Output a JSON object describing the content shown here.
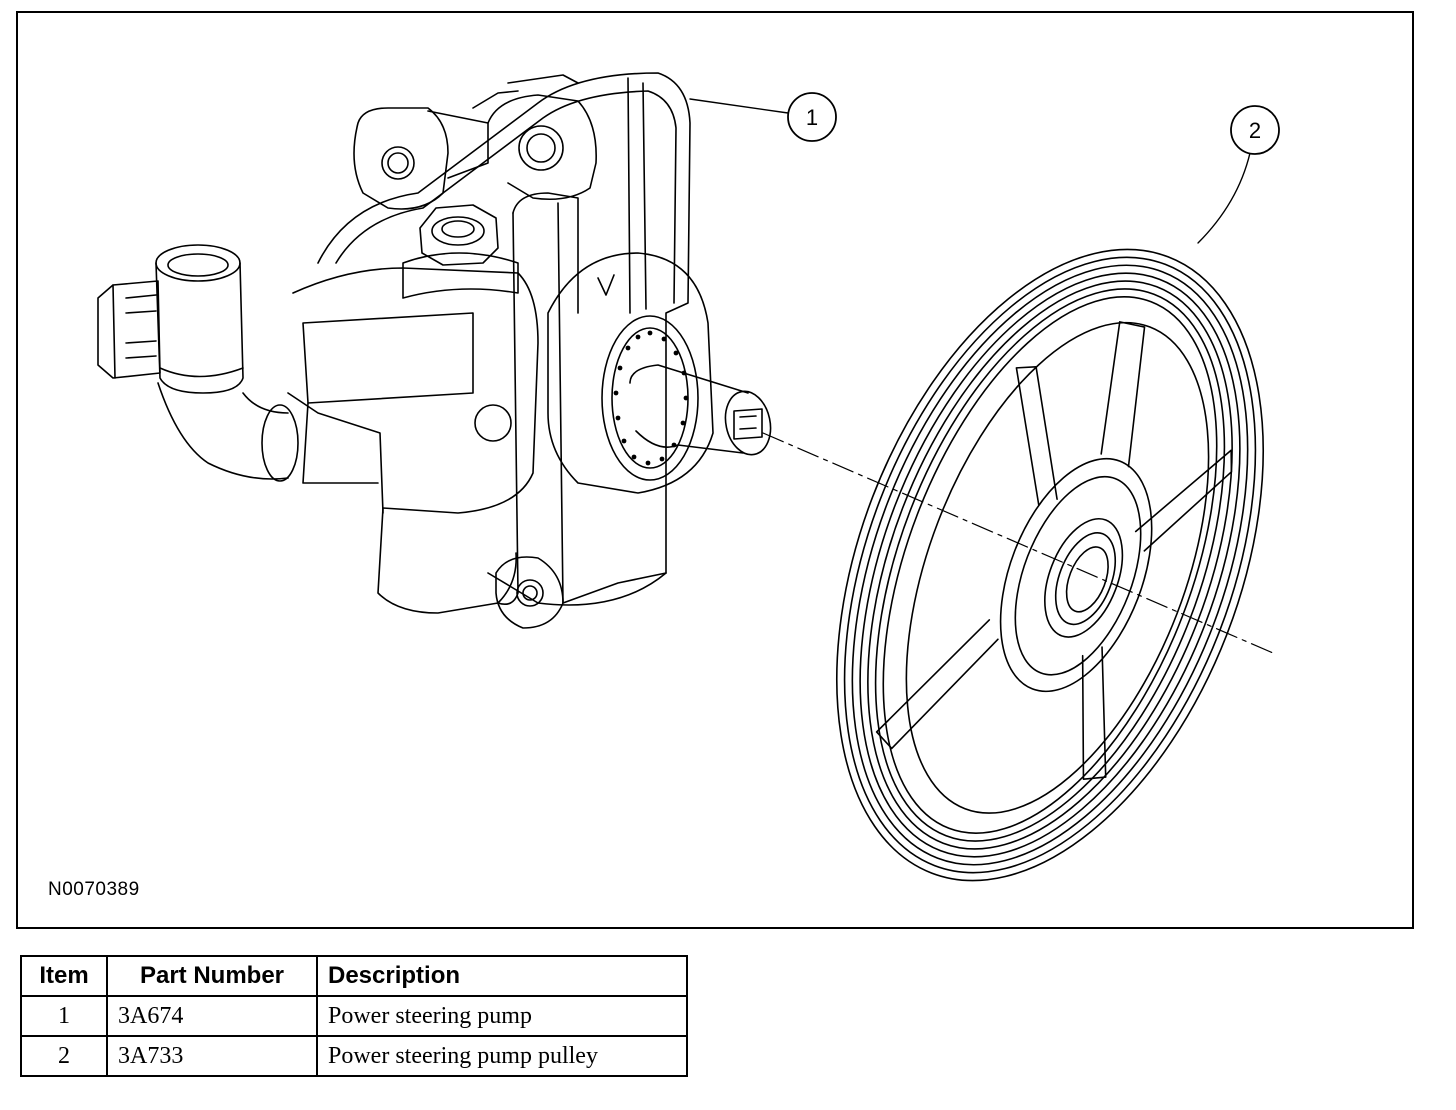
{
  "figure": {
    "id": "N0070389",
    "callouts": [
      {
        "label": "1",
        "part": "power-steering-pump"
      },
      {
        "label": "2",
        "part": "power-steering-pump-pulley"
      }
    ]
  },
  "table": {
    "headers": {
      "item": "Item",
      "part_number": "Part Number",
      "description": "Description"
    },
    "rows": [
      {
        "item": "1",
        "part_number": "3A674",
        "description": "Power steering pump"
      },
      {
        "item": "2",
        "part_number": "3A733",
        "description": "Power steering pump pulley"
      }
    ]
  }
}
